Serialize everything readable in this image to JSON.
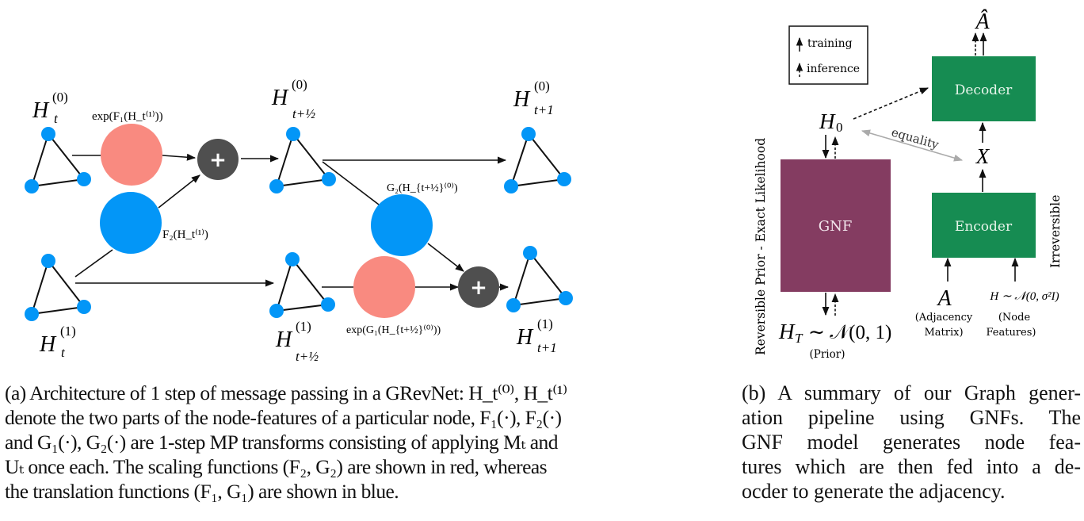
{
  "figure_a": {
    "labels": {
      "h_t0": {
        "base": "H",
        "sub": "t",
        "sup": "(0)"
      },
      "h_t1": {
        "base": "H",
        "sub": "t",
        "sup": "(1)"
      },
      "h_half0": {
        "base": "H",
        "sub": "t+½",
        "sup": "(0)"
      },
      "h_half1": {
        "base": "H",
        "sub": "t+½",
        "sup": "(1)"
      },
      "h_next0": {
        "base": "H",
        "sub": "t+1",
        "sup": "(0)"
      },
      "h_next1": {
        "base": "H",
        "sub": "t+1",
        "sup": "(1)"
      },
      "exp_f1": "exp(F₁(H_t⁽¹⁾))",
      "f2": "F₂(H_t⁽¹⁾)",
      "g2": "G₂(H_{t+½}⁽⁰⁾)",
      "exp_g1": "exp(G₁(H_{t+½}⁽⁰⁾))",
      "plus": "+"
    },
    "colors": {
      "node": "#0396f7",
      "scaling": "#f98a80",
      "translation": "#0396f7",
      "sum": "#4f4f4f",
      "edge": "#111111"
    }
  },
  "figure_b": {
    "legend": {
      "training": "training",
      "inference": "inference"
    },
    "blocks": {
      "gnf": "GNF",
      "encoder": "Encoder",
      "decoder": "Decoder"
    },
    "labels": {
      "a_hat": "Â",
      "h0": "H",
      "h0_sub": "0",
      "x": "X",
      "equality": "equality",
      "ht": "H",
      "ht_sub": "T",
      "ht_dist": "∼ 𝒩(0, 1)",
      "prior": "(Prior)",
      "a": "A",
      "adjacency_1": "(Adjacency",
      "adjacency_2": "Matrix)",
      "h_dist": "H ∼ 𝒩(0, σ²I)",
      "node_1": "(Node",
      "node_2": "Features)",
      "left_vertical": "Reversible Prior - Exact Likelihood",
      "right_vertical": "Irreversible"
    },
    "colors": {
      "gnf": "#843c61",
      "green": "#168c52",
      "equality_arrow": "#aaaaaa"
    }
  },
  "captions": {
    "a_lines": [
      "(a) Architecture of 1 step of message passing in a GRevNet: H_t⁽⁰⁾, H_t⁽¹⁾",
      "denote the two parts of the node-features of a particular node, F₁(·), F₂(·)",
      "and G₁(·), G₂(·) are 1-step MP transforms consisting of applying Mₜ and",
      "Uₜ once each. The scaling functions (F₂, G₂) are shown in red, whereas",
      "the translation functions (F₁, G₁) are shown in blue."
    ],
    "b_lines": [
      "(b) A summary of our Graph gener-",
      "ation pipeline using GNFs.  The",
      "GNF model generates node fea-",
      "tures which are then fed into a de-",
      "ocder to generate the adjacency."
    ]
  }
}
